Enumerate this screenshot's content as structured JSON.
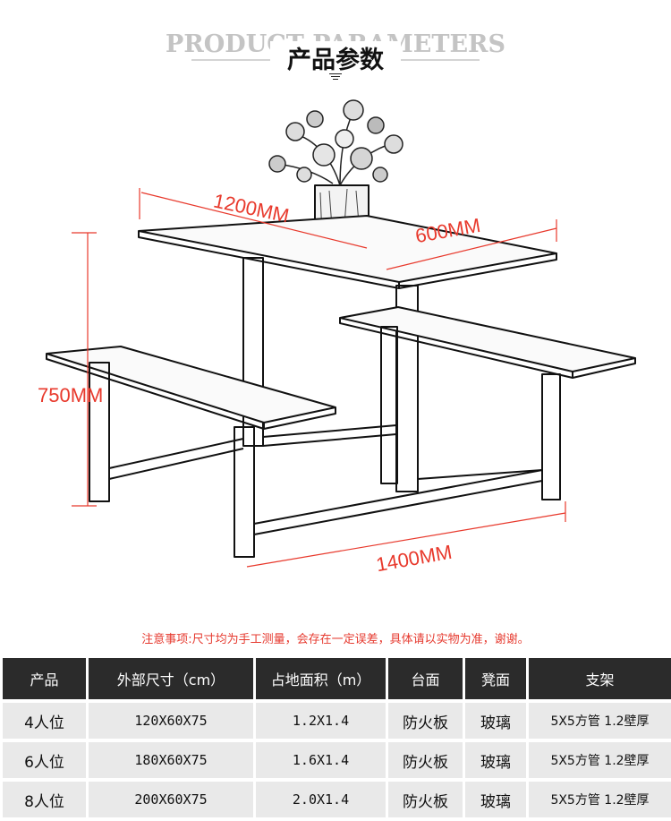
{
  "header": {
    "title_en": "PRODUCT PARAMETERS",
    "title_cn": "产品参数"
  },
  "dimensions": {
    "width": "1200MM",
    "depth": "600MM",
    "height": "750MM",
    "length": "1400MM"
  },
  "note": "注意事项:尺寸均为手工测量，会存在一定误差，具体请以实物为准，谢谢。",
  "table": {
    "headers": [
      "产品",
      "外部尺寸（cm）",
      "占地面积（m）",
      "台面",
      "凳面",
      "支架"
    ],
    "rows": [
      [
        "4人位",
        "120X60X75",
        "1.2X1.4",
        "防火板",
        "玻璃",
        "5X5方管 1.2壁厚"
      ],
      [
        "6人位",
        "180X60X75",
        "1.6X1.4",
        "防火板",
        "玻璃",
        "5X5方管 1.2壁厚"
      ],
      [
        "8人位",
        "200X60X75",
        "2.0X1.4",
        "防火板",
        "玻璃",
        "5X5方管 1.2壁厚"
      ]
    ]
  },
  "colors": {
    "accent": "#e8392c",
    "header_bg": "#2b2b2b",
    "cell_bg": "#e9e9e9"
  }
}
